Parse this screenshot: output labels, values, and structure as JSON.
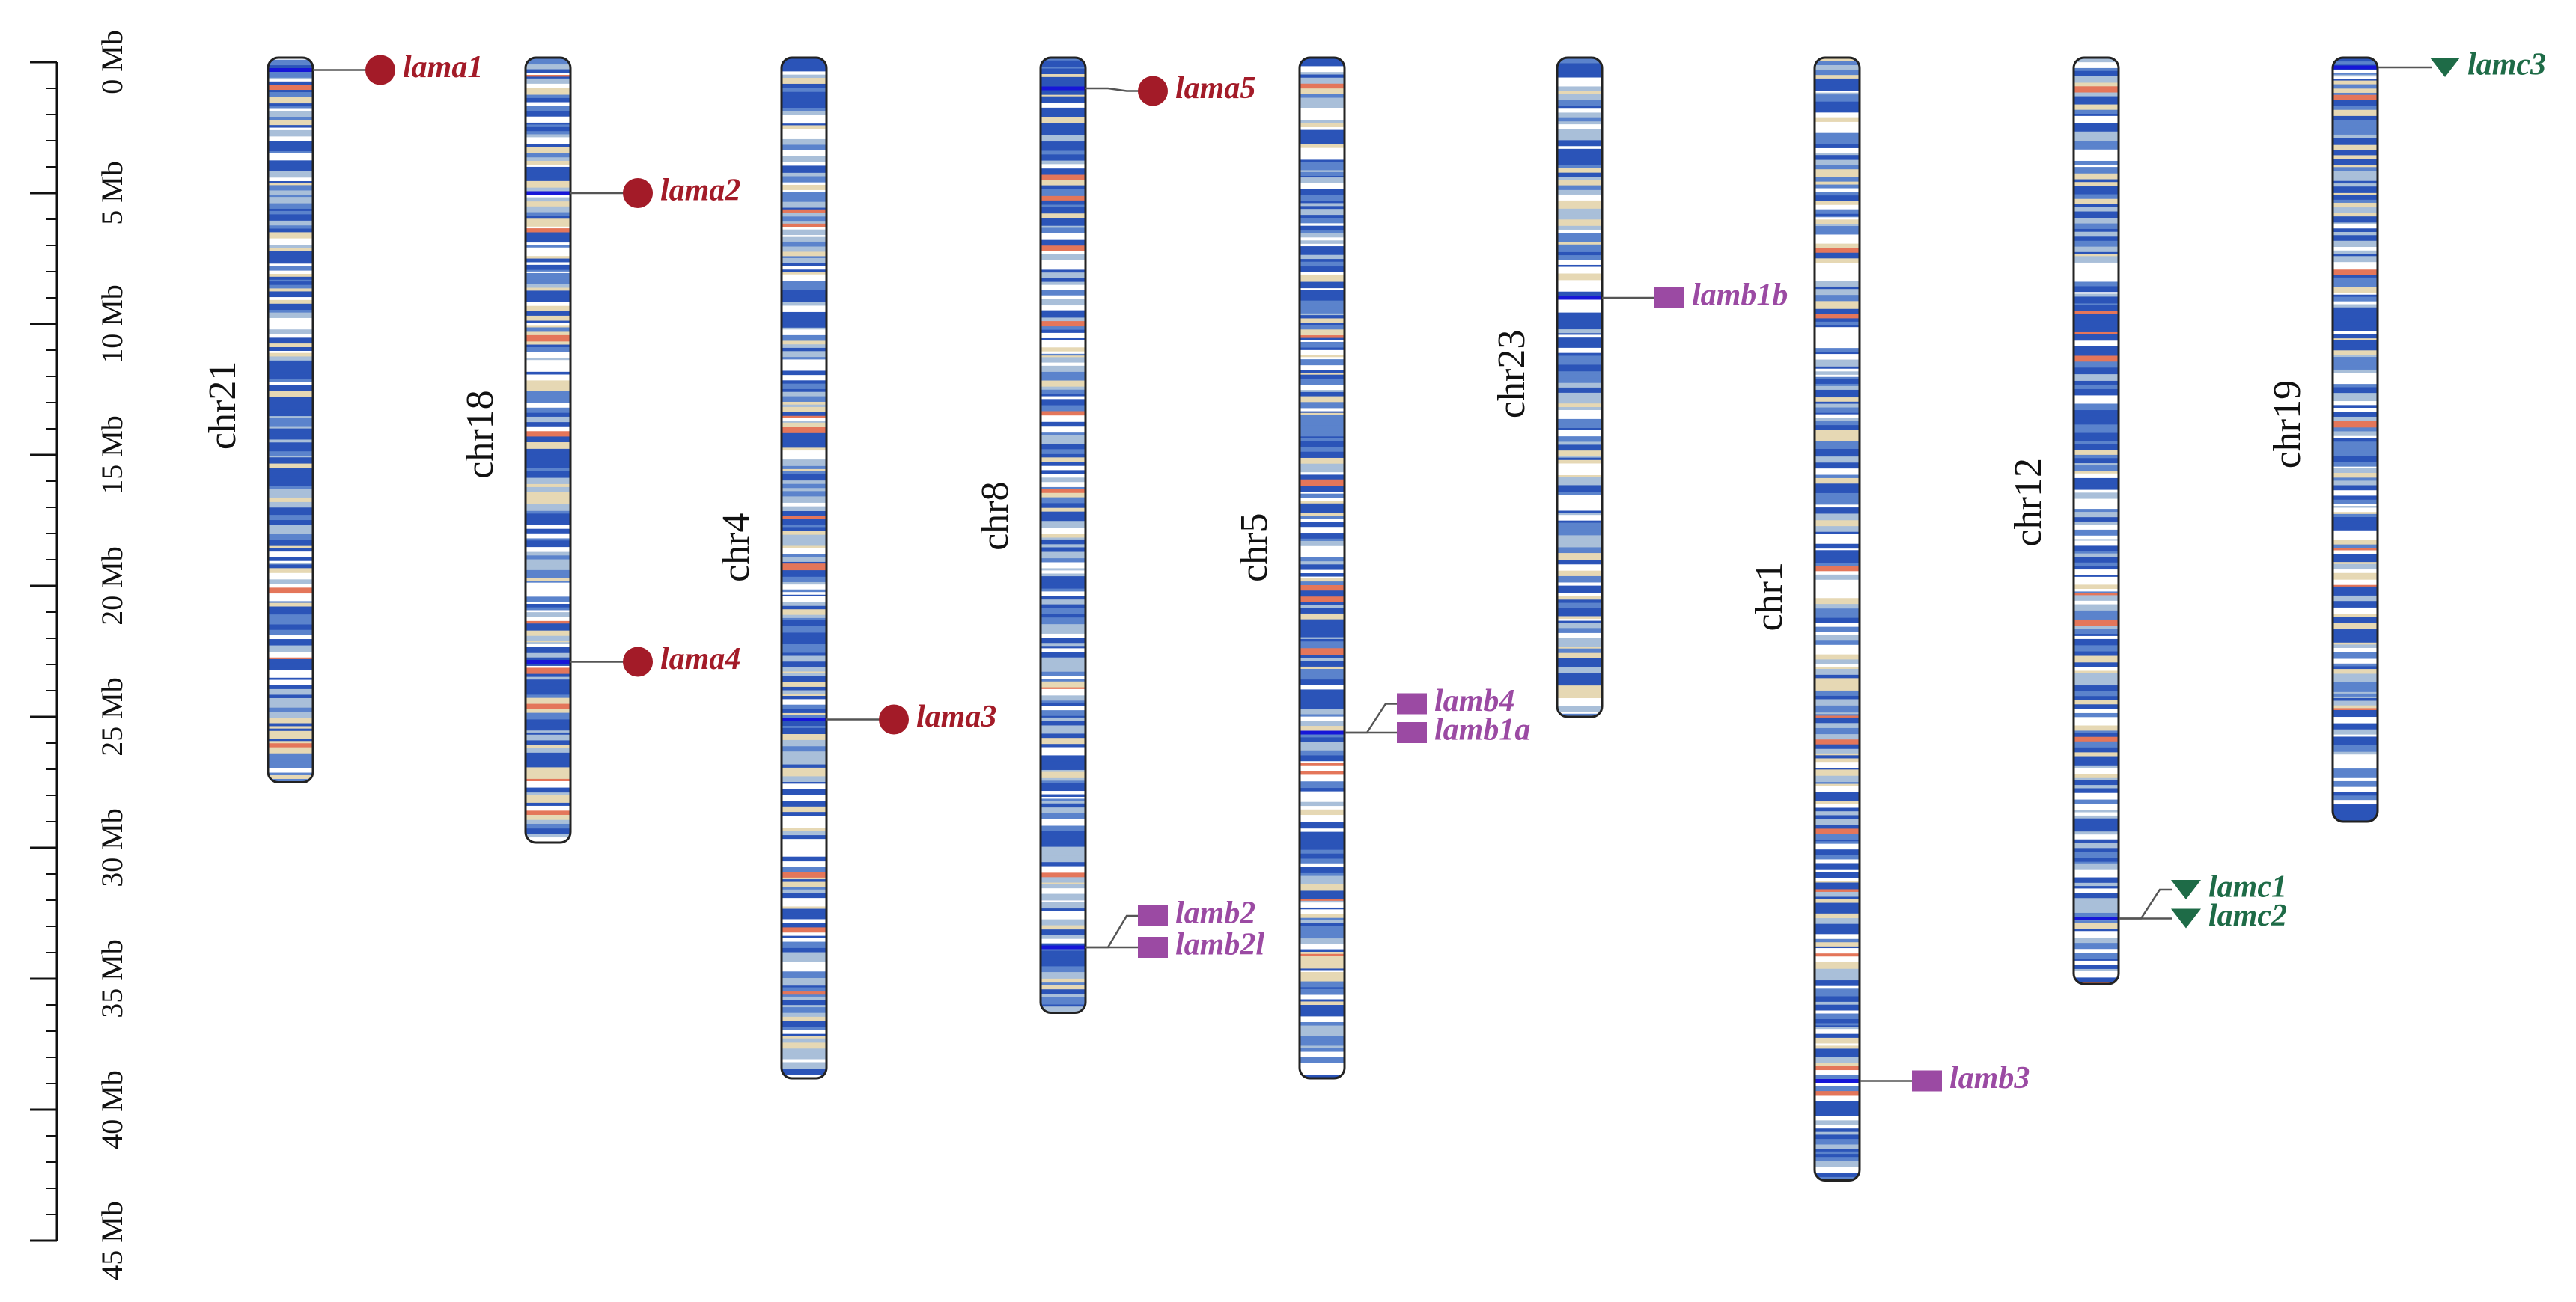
{
  "scale": {
    "unit": "Mb",
    "max": 45,
    "step": 5,
    "labels": [
      "0 Mb",
      "5 Mb",
      "10 Mb",
      "15 Mb",
      "20 Mb",
      "25 Mb",
      "30 Mb",
      "35 Mb",
      "40 Mb",
      "45 Mb"
    ]
  },
  "colors": {
    "lama": "#a31b28",
    "lamb": "#9b4aa3",
    "lamc": "#1e6b47",
    "band_dark": "#2b54b8",
    "band_mid": "#5b83cc",
    "band_light": "#a9bfd9",
    "band_tan": "#e6d8b4",
    "band_red": "#e4765a",
    "band_marker": "#1616d8"
  },
  "legend_shapes": {
    "lama": "circle",
    "lamb": "square",
    "lamc": "triangle-down"
  },
  "chromosomes": [
    {
      "name": "chr21",
      "length_mb": 27.5,
      "seed": 21,
      "genes": [
        {
          "label": "lama1",
          "family": "lama",
          "pos_mb": 0.3,
          "label_pos_mb": 0.3
        }
      ]
    },
    {
      "name": "chr18",
      "length_mb": 29.8,
      "seed": 18,
      "genes": [
        {
          "label": "lama2",
          "family": "lama",
          "pos_mb": 5.0,
          "label_pos_mb": 5.0
        },
        {
          "label": "lama4",
          "family": "lama",
          "pos_mb": 22.9,
          "label_pos_mb": 22.9
        }
      ]
    },
    {
      "name": "chr4",
      "length_mb": 38.8,
      "seed": 4,
      "genes": [
        {
          "label": "lama3",
          "family": "lama",
          "pos_mb": 25.1,
          "label_pos_mb": 25.1
        }
      ]
    },
    {
      "name": "chr8",
      "length_mb": 36.3,
      "seed": 8,
      "genes": [
        {
          "label": "lama5",
          "family": "lama",
          "pos_mb": 1.0,
          "label_pos_mb": 1.1
        },
        {
          "label": "lamb2",
          "family": "lamb",
          "pos_mb": 33.8,
          "label_pos_mb": 32.6
        },
        {
          "label": "lamb2l",
          "family": "lamb",
          "pos_mb": 33.8,
          "label_pos_mb": 33.8
        }
      ]
    },
    {
      "name": "chr5",
      "length_mb": 38.8,
      "seed": 5,
      "genes": [
        {
          "label": "lamb4",
          "family": "lamb",
          "pos_mb": 25.6,
          "label_pos_mb": 24.5
        },
        {
          "label": "lamb1a",
          "family": "lamb",
          "pos_mb": 25.6,
          "label_pos_mb": 25.6
        }
      ]
    },
    {
      "name": "chr23",
      "length_mb": 25.0,
      "seed": 23,
      "genes": [
        {
          "label": "lamb1b",
          "family": "lamb",
          "pos_mb": 9.0,
          "label_pos_mb": 9.0
        }
      ]
    },
    {
      "name": "chr1",
      "length_mb": 42.7,
      "seed": 1,
      "genes": [
        {
          "label": "lamb3",
          "family": "lamb",
          "pos_mb": 38.9,
          "label_pos_mb": 38.9
        }
      ]
    },
    {
      "name": "chr12",
      "length_mb": 35.2,
      "seed": 12,
      "genes": [
        {
          "label": "lamc1",
          "family": "lamc",
          "pos_mb": 32.7,
          "label_pos_mb": 31.6
        },
        {
          "label": "lamc2",
          "family": "lamc",
          "pos_mb": 32.7,
          "label_pos_mb": 32.7
        }
      ]
    },
    {
      "name": "chr19",
      "length_mb": 29.0,
      "seed": 19,
      "genes": [
        {
          "label": "lamc3",
          "family": "lamc",
          "pos_mb": 0.2,
          "label_pos_mb": 0.2
        }
      ]
    }
  ]
}
